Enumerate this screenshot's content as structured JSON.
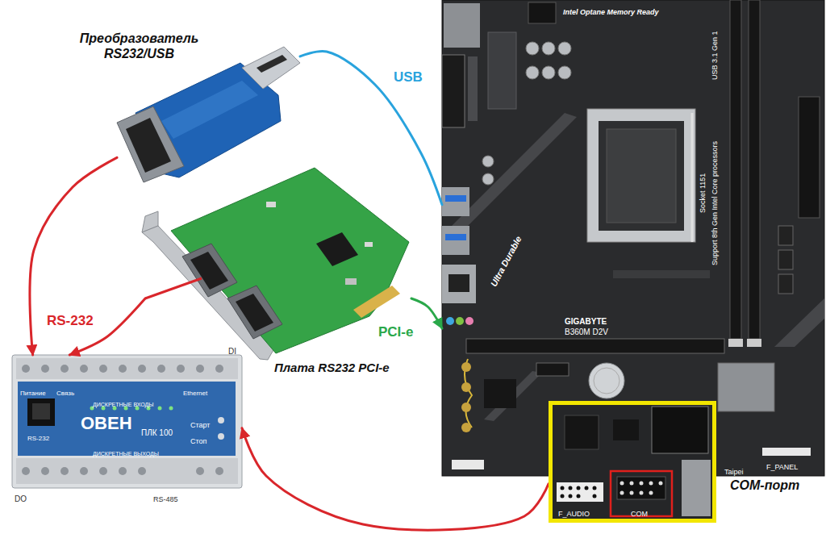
{
  "diagram": {
    "nodes": [
      {
        "text": [
          "Преобразователь RS232/USB"
        ]
      },
      {
        "text": [
          "Плата RS232 PCI-e"
        ]
      },
      {
        "text": [
          "Intel Optane Memory Ready",
          "GIGABYTE",
          "B360M D2V",
          "Ultra Durable"
        ]
      },
      {
        "text": [
          "COM-порт",
          "F_AUDIO",
          "COM"
        ],
        "in": 2
      },
      {
        "text": [
          "ОВЕН",
          "ПЛК 100",
          "ДИСКРЕТНЫЕ ВХОДЫ",
          "ДИСКРЕТНЫЕ ВЫХОДЫ",
          "Питание",
          "Связь",
          "RS-232",
          "Ethernet",
          "Старт",
          "Стоп"
        ]
      }
    ],
    "edges": [
      {
        "from": 0,
        "to": 2,
        "arrow": "none",
        "label": "USB"
      },
      {
        "from": 1,
        "to": 2,
        "arrow": "to",
        "label": "PCI-e"
      },
      {
        "from": 0,
        "to": 4,
        "arrow": "to",
        "label": "RS-232"
      },
      {
        "from": 1,
        "to": 4,
        "arrow": "to"
      },
      {
        "from": 3,
        "to": 4,
        "arrow": "to"
      }
    ],
    "labels": [
      "USB 3.1 Gen 1",
      "Socket 1151",
      "Support 8th Gen Intel Core processors",
      "F_PANEL",
      "Taipei",
      "DI",
      "DO",
      "RS-485"
    ]
  }
}
